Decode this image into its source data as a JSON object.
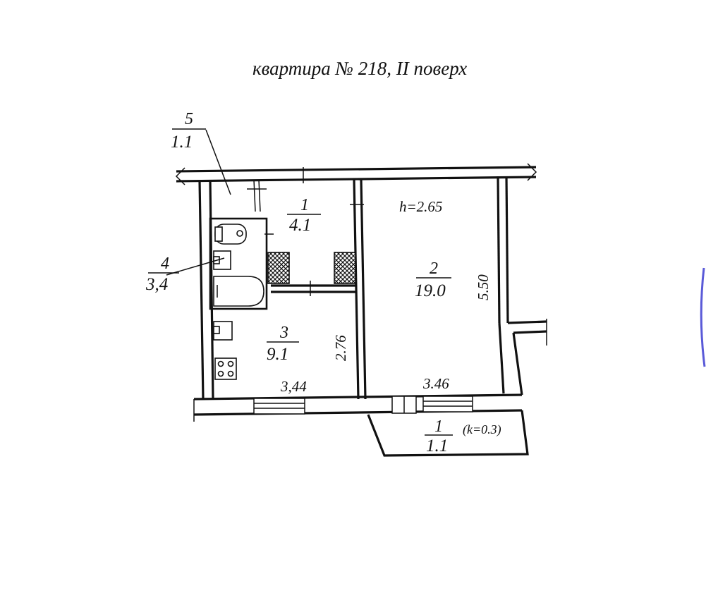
{
  "title": "квартира № 218,     II  поверх",
  "rooms": [
    {
      "number": "1",
      "area": "4.1"
    },
    {
      "number": "2",
      "area": "19.0"
    },
    {
      "number": "3",
      "area": "9.1"
    },
    {
      "number": "4",
      "area": "3,4"
    },
    {
      "number": "5",
      "area": "1.1"
    }
  ],
  "balcony": {
    "number": "1",
    "area": "1.1",
    "coefficient": "(k=0.3)"
  },
  "dimensions": {
    "ceiling_height": "h=2.65",
    "room2_length": "5.50",
    "room2_width": "3.46",
    "kitchen_width": "3,44",
    "kitchen_depth": "2.76"
  }
}
